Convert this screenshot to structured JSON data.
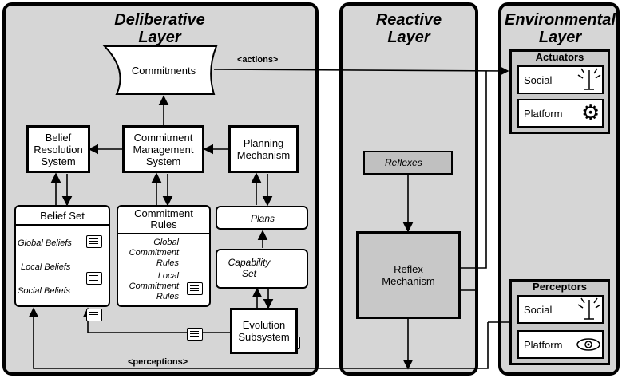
{
  "layers": {
    "deliberative": "Deliberative\nLayer",
    "reactive": "Reactive\nLayer",
    "environmental": "Environmental\nLayer"
  },
  "commitments": "Commitments",
  "belief_resolution": "Belief\nResolution\nSystem",
  "commitment_management": "Commitment\nManagement\nSystem",
  "planning": "Planning\nMechanism",
  "belief_set": {
    "title": "Belief Set",
    "items": [
      "Global Beliefs",
      "Local Beliefs",
      "Social Beliefs"
    ]
  },
  "commitment_rules": {
    "title": "Commitment\nRules",
    "items": [
      "Global\nCommitment\nRules",
      "Local\nCommitment\nRules"
    ]
  },
  "plans": "Plans",
  "capability_set": "Capability\nSet",
  "evolution": "Evolution\nSubsystem",
  "reflexes": "Reflexes",
  "reflex_mechanism": "Reflex\nMechanism",
  "actuators": {
    "title": "Actuators",
    "items": [
      "Social",
      "Platform"
    ]
  },
  "perceptors": {
    "title": "Perceptors",
    "items": [
      "Social",
      "Platform"
    ]
  },
  "tags": {
    "actions": "<actions>",
    "perceptions": "<perceptions>"
  }
}
